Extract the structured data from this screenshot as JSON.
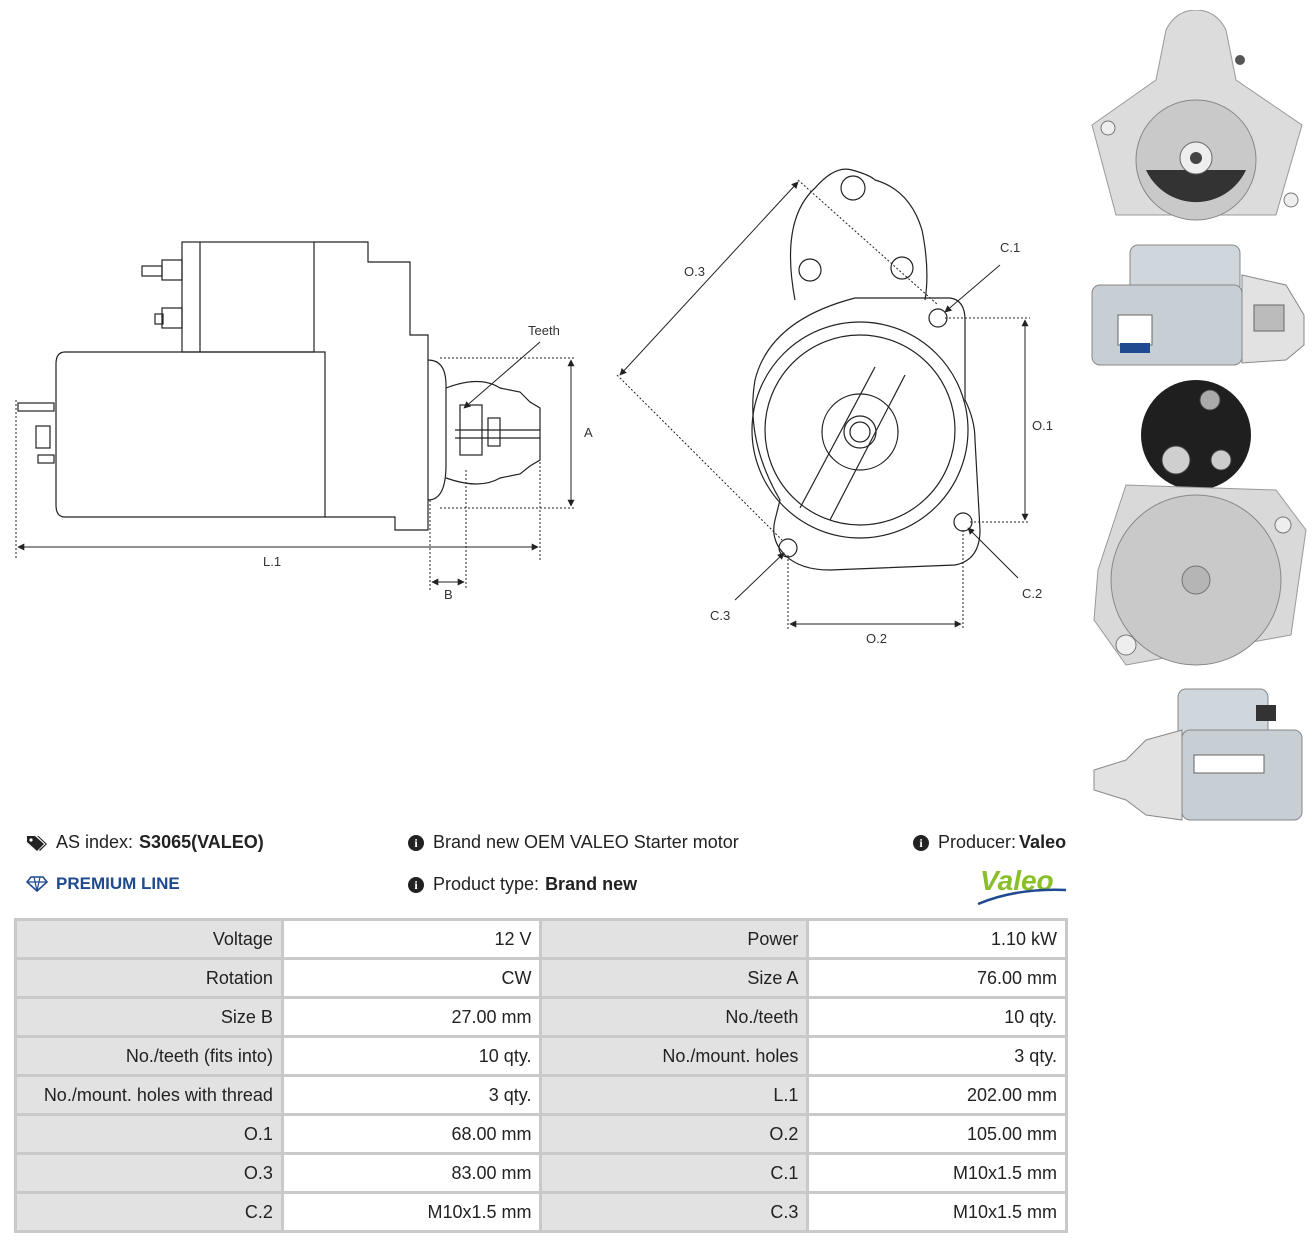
{
  "drawing": {
    "labels": {
      "teeth": "Teeth",
      "a": "A",
      "l1": "L.1",
      "b": "B",
      "o3": "O.3",
      "c1": "C.1",
      "o1": "O.1",
      "c2": "C.2",
      "c3": "C.3",
      "o2": "O.2"
    }
  },
  "product": {
    "as_index_label": "AS index:",
    "as_index_value": "S3065(VALEO)",
    "premium_line": "PREMIUM LINE",
    "description": "Brand new OEM VALEO Starter motor",
    "product_type_label": "Product type:",
    "product_type_value": "Brand new",
    "producer_label": "Producer:",
    "producer_value": "Valeo",
    "brand_logo_text": "Valeo"
  },
  "specs": [
    {
      "l1": "Voltage",
      "v1": "12 V",
      "l2": "Power",
      "v2": "1.10 kW"
    },
    {
      "l1": "Rotation",
      "v1": "CW",
      "l2": "Size A",
      "v2": "76.00 mm"
    },
    {
      "l1": "Size B",
      "v1": "27.00 mm",
      "l2": "No./teeth",
      "v2": "10 qty."
    },
    {
      "l1": "No./teeth (fits into)",
      "v1": "10 qty.",
      "l2": "No./mount. holes",
      "v2": "3 qty."
    },
    {
      "l1": "No./mount. holes with thread",
      "v1": "3 qty.",
      "l2": "L.1",
      "v2": "202.00 mm"
    },
    {
      "l1": "O.1",
      "v1": "68.00 mm",
      "l2": "O.2",
      "v2": "105.00 mm"
    },
    {
      "l1": "O.3",
      "v1": "83.00 mm",
      "l2": "C.1",
      "v2": "M10x1.5 mm"
    },
    {
      "l1": "C.2",
      "v1": "M10x1.5 mm",
      "l2": "C.3",
      "v2": "M10x1.5 mm"
    }
  ],
  "colors": {
    "premium": "#1f4a8f",
    "logo_green": "#8bbf2a",
    "label_bg": "#e2e2e2",
    "border": "#c9c9c9"
  }
}
